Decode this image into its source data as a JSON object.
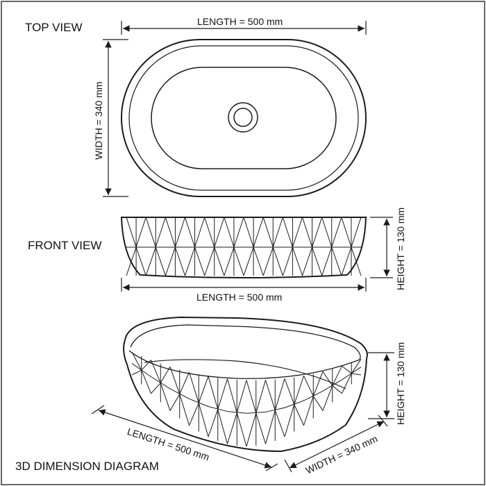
{
  "views": {
    "top": {
      "title": "TOP VIEW",
      "length_label": "LENGTH = 500 mm",
      "width_label": "WIDTH = 340 mm"
    },
    "front": {
      "title": "FRONT VIEW",
      "length_label": "LENGTH = 500 mm",
      "height_label": "HEIGHT = 130 mm"
    },
    "iso": {
      "title": "3D DIMENSION DIAGRAM",
      "length_label": "LENGTH = 500 mm",
      "width_label": "WIDTH = 340 mm",
      "height_label": "HEIGHT = 130 mm"
    }
  },
  "colors": {
    "line": "#1a1a1a",
    "background": "#ffffff"
  }
}
